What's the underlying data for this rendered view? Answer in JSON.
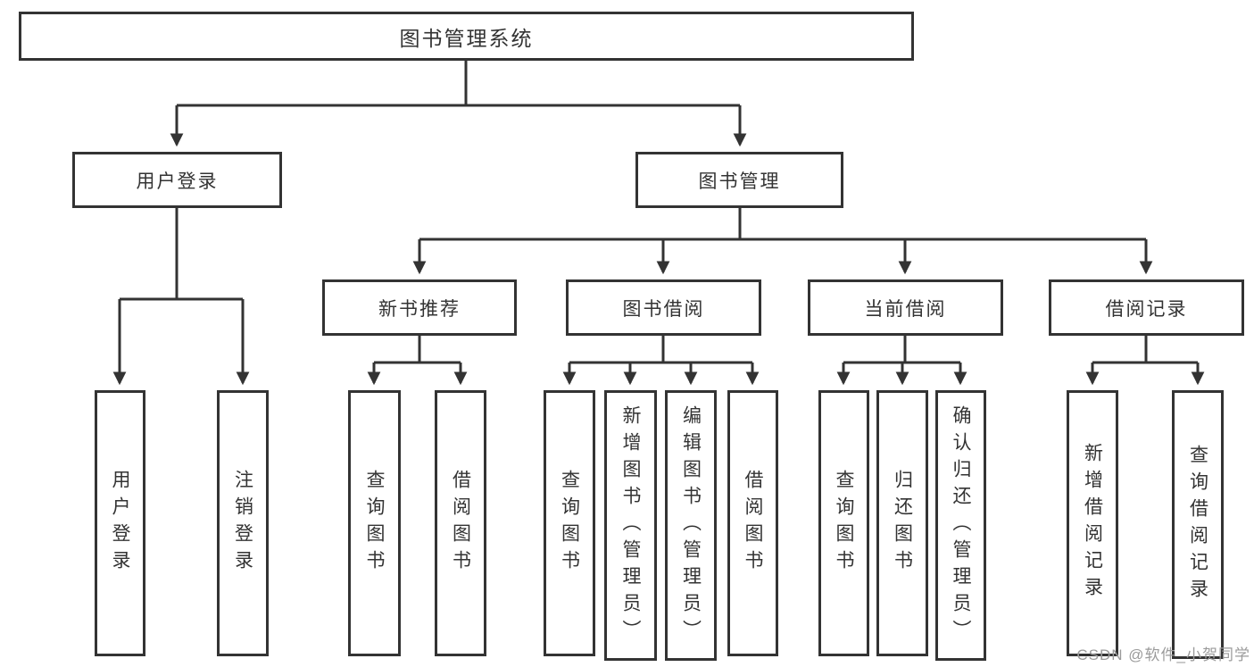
{
  "diagram": {
    "title": "图书管理系统",
    "root": "图书管理系统",
    "level2": [
      "用户登录",
      "图书管理"
    ],
    "level3": [
      "新书推荐",
      "图书借阅",
      "当前借阅",
      "借阅记录"
    ],
    "leaves": [
      "用户登录",
      "注销登录",
      "查询图书",
      "借阅图书",
      "查询图书",
      "新增图书（管理员）",
      "编辑图书（管理员）",
      "借阅图书",
      "查询图书",
      "归还图书",
      "确认归还（管理员）",
      "新增借阅记录",
      "查询借阅记录"
    ]
  },
  "colors": {
    "line": "#333333",
    "box_border": "#333333",
    "text": "#333333",
    "background": "#ffffff",
    "watermark": "#9b9b9b"
  },
  "watermark": "CSDN @软件_小贺同学"
}
